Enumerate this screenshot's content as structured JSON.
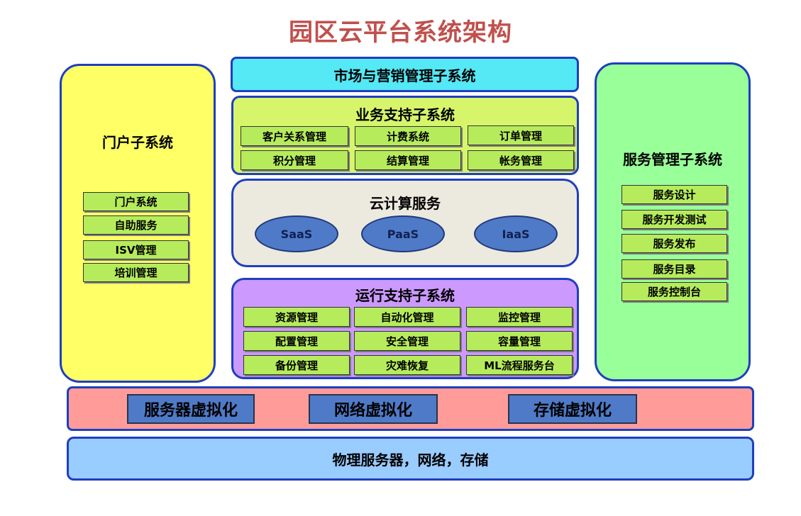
{
  "title": "园区云平台系统架构",
  "portal": {
    "title": "门户子系统",
    "items": [
      "门户系统",
      "自助服务",
      "ISV管理",
      "培训管理"
    ]
  },
  "service_mgmt": {
    "title": "服务管理子系统",
    "items": [
      "服务设计",
      "服务开发测试",
      "服务发布",
      "服务目录",
      "服务控制台"
    ]
  },
  "market": {
    "title": "市场与营销管理子系统"
  },
  "business": {
    "title": "业务支持子系统",
    "items": [
      "客户关系管理",
      "计费系统",
      "订单管理",
      "积分管理",
      "结算管理",
      "帐务管理"
    ]
  },
  "cloud": {
    "title": "云计算服务",
    "items": [
      "SaaS",
      "PaaS",
      "IaaS"
    ]
  },
  "operations": {
    "title": "运行支持子系统",
    "items": [
      "资源管理",
      "自动化管理",
      "监控管理",
      "配置管理",
      "安全管理",
      "容量管理",
      "备份管理",
      "灾难恢复",
      "ML流程服务台"
    ]
  },
  "virtualization": {
    "items": [
      "服务器虚拟化",
      "网络虚拟化",
      "存储虚拟化"
    ]
  },
  "physical": {
    "title": "物理服务器，网络，存储"
  },
  "colors": {
    "title": "#c0504d",
    "border": "#1f3fbf",
    "portal_bg": "#ffff66",
    "service_bg": "#99ff99",
    "market_bg": "#55e8f5",
    "business_bg": "#d6f56b",
    "cloud_bg": "#ece9df",
    "operations_bg": "#cc99ff",
    "virtualization_bg": "#ff9c99",
    "physical_bg": "#99ccff",
    "item_box": "#b6ec5c",
    "ellipse": "#4f7ac7"
  }
}
